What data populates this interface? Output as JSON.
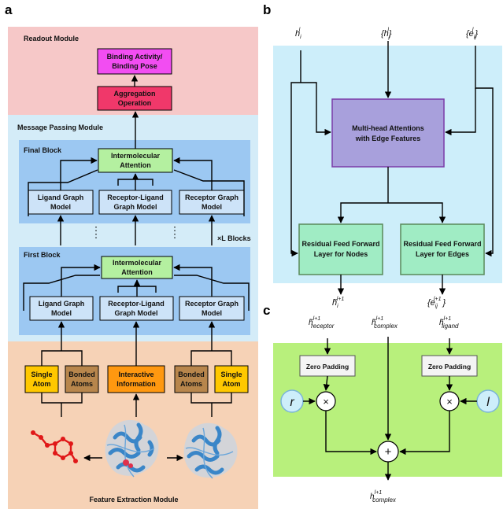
{
  "panel_a": {
    "letter": "a",
    "readout_module": "Readout Module",
    "binding_activity": [
      "Binding Activity/",
      "Binding Pose"
    ],
    "aggregation": [
      "Aggregation",
      "Operation"
    ],
    "message_passing_module": "Message Passing Module",
    "final_block": "Final Block",
    "first_block": "First Block",
    "intermolecular_attention": [
      "Intermolecular",
      "Attention"
    ],
    "ligand_graph_model": [
      "Ligand Graph",
      "Model"
    ],
    "receptor_ligand_graph_model": [
      "Receptor-Ligand",
      "Graph Model"
    ],
    "receptor_graph_model": [
      "Receptor Graph",
      "Model"
    ],
    "blocks_label": "×L Blocks",
    "single_atom": [
      "Single",
      "Atom"
    ],
    "bonded_atoms": [
      "Bonded",
      "Atoms"
    ],
    "interactive_information": [
      "Interactive",
      "Information"
    ],
    "feature_extraction_module": "Feature Extraction Module",
    "colors": {
      "readout_bg": "#f6c8c8",
      "message_bg": "#d4ecf8",
      "block_bg": "#9cc8f2",
      "feature_bg": "#f6d2b6",
      "magenta": "#f24df2",
      "crimson": "#f0386a",
      "green": "#b4f0a0",
      "gold": "#ffc800",
      "brown": "#b8864c",
      "orange": "#ff9810"
    }
  },
  "panel_b": {
    "letter": "b",
    "input_h": "h",
    "input_h_sub": "i",
    "input_h_sup": "l",
    "input_hj": "{h",
    "input_hj_sub": "j",
    "input_hj_sup": "l",
    "input_e": "{e",
    "input_e_sub": "ij",
    "input_e_sup": "l",
    "attention_box": [
      "Multi-head Attentions",
      "with Edge Features"
    ],
    "ffn_nodes": [
      "Residual Feed Forward",
      "Layer for Nodes"
    ],
    "ffn_edges": [
      "Residual Feed Forward",
      "Layer for Edges"
    ],
    "out_h": "h̃",
    "out_h_sub": "i",
    "out_h_sup": "l+1",
    "out_e": "{e",
    "out_e_sub": "ij",
    "out_e_sup": "l+1",
    "colors": {
      "bg": "#cdeefa",
      "purple": "#a8a0dc",
      "green": "#a0ecc4"
    }
  },
  "panel_c": {
    "letter": "c",
    "in_receptor": "h̃",
    "in_receptor_sub": "receptor",
    "in_complex": "h̃",
    "in_complex_sub": "complex",
    "in_ligand": "h̃",
    "in_ligand_sub": "ligand",
    "sup": "l+1",
    "zero_padding": "Zero Padding",
    "r": "r",
    "l": "l",
    "times": "×",
    "plus": "+",
    "out": "h",
    "out_sub": "complex",
    "colors": {
      "bg": "#b8f07c",
      "circle": "#cdeefa"
    }
  }
}
